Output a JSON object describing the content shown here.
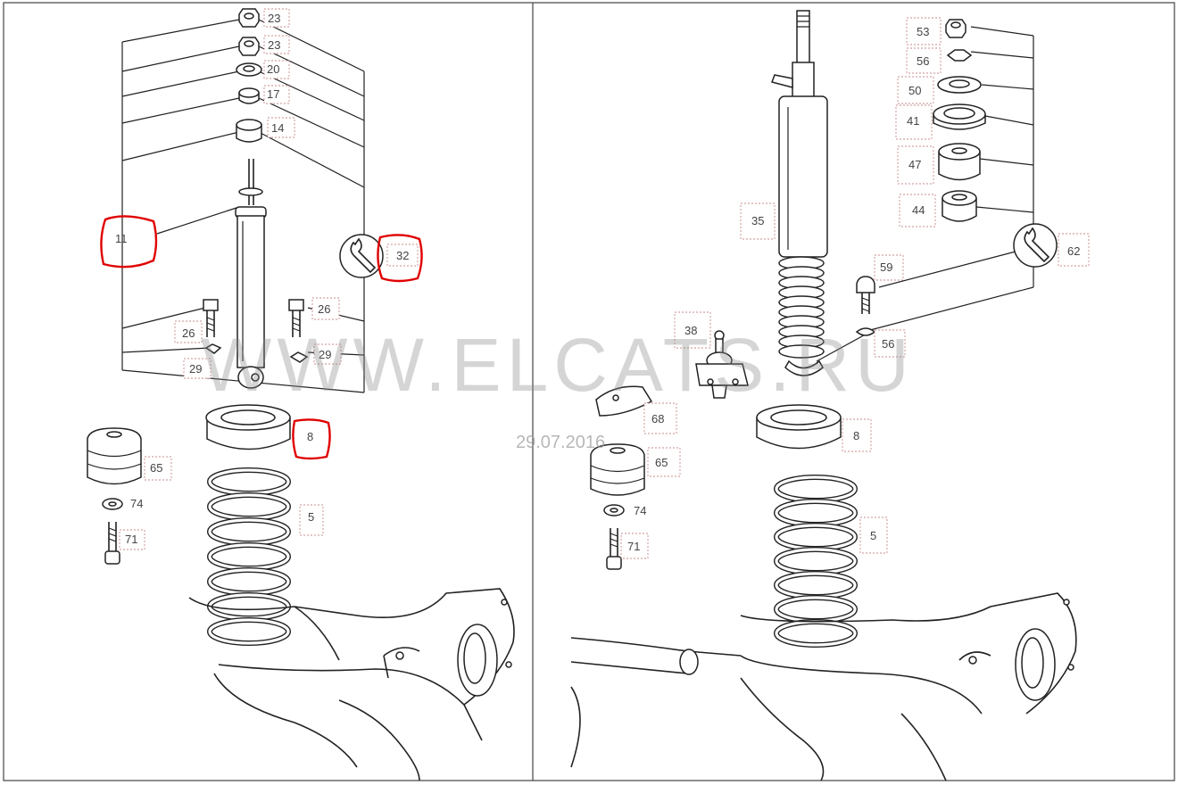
{
  "watermark": "WWW.ELCATS.RU",
  "date_stamp": "29.07.2016",
  "left_diagram": {
    "labels": {
      "p23a": "23",
      "p23b": "23",
      "p20": "20",
      "p17": "17",
      "p14": "14",
      "p11": "11",
      "p32": "32",
      "p26a": "26",
      "p26b": "26",
      "p29a": "29",
      "p29b": "29",
      "p8": "8",
      "p65": "65",
      "p74": "74",
      "p71": "71",
      "p5": "5"
    },
    "highlighted": [
      "11",
      "32",
      "8"
    ]
  },
  "right_diagram": {
    "labels": {
      "p53": "53",
      "p56a": "56",
      "p50": "50",
      "p41": "41",
      "p47": "47",
      "p44": "44",
      "p35": "35",
      "p62": "62",
      "p59": "59",
      "p56b": "56",
      "p38": "38",
      "p68": "68",
      "p8": "8",
      "p65": "65",
      "p74": "74",
      "p71": "71",
      "p5": "5"
    }
  },
  "colors": {
    "highlight": "#e00000",
    "line": "#222222",
    "label_box": "#c98b8b"
  },
  "icons": [
    "wrench-icon"
  ]
}
